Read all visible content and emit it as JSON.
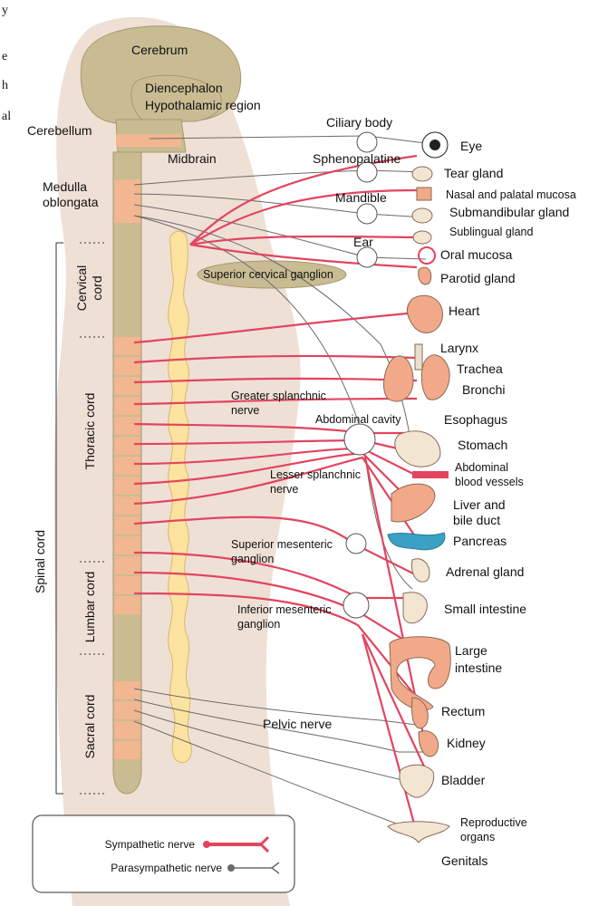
{
  "edge_text": [
    "y",
    "e",
    "h",
    "al"
  ],
  "brain": {
    "cerebrum": "Cerebrum",
    "diencephalon": "Diencephalon",
    "hypothalamic": "Hypothalamic region",
    "cerebellum": "Cerebellum",
    "midbrain": "Midbrain",
    "medulla_1": "Medulla",
    "medulla_2": "oblongata"
  },
  "spine": {
    "spinal_cord": "Spinal cord",
    "cervical_1": "Cervical",
    "cervical_2": "cord",
    "thoracic": "Thoracic cord",
    "lumbar": "Lumbar cord",
    "sacral": "Sacral cord"
  },
  "ganglia": {
    "ciliary": "Ciliary body",
    "sphenopalatine": "Sphenopalatine",
    "mandible": "Mandible",
    "ear": "Ear",
    "superior_cervical": "Superior cervical ganglion",
    "greater_splanchnic_1": "Greater splanchnic",
    "greater_splanchnic_2": "nerve",
    "abdominal_cavity": "Abdominal cavity",
    "lesser_splanchnic_1": "Lesser splanchnic",
    "lesser_splanchnic_2": "nerve",
    "superior_mesenteric_1": "Superior mesenteric",
    "superior_mesenteric_2": "ganglion",
    "inferior_mesenteric_1": "Inferior mesenteric",
    "inferior_mesenteric_2": "ganglion",
    "pelvic_nerve": "Pelvic nerve"
  },
  "organs": {
    "eye": "Eye",
    "tear_gland": "Tear gland",
    "nasal_mucosa": "Nasal and palatal mucosa",
    "submandibular": "Submandibular gland",
    "sublingual": "Sublingual gland",
    "oral_mucosa": "Oral mucosa",
    "parotid": "Parotid gland",
    "heart": "Heart",
    "larynx": "Larynx",
    "trachea": "Trachea",
    "bronchi": "Bronchi",
    "esophagus": "Esophagus",
    "stomach": "Stomach",
    "abdominal_vessels_1": "Abdominal",
    "abdominal_vessels_2": "blood vessels",
    "liver_1": "Liver and",
    "liver_2": "bile duct",
    "pancreas": "Pancreas",
    "adrenal": "Adrenal gland",
    "small_intestine": "Small intestine",
    "large_intestine_1": "Large",
    "large_intestine_2": "intestine",
    "rectum": "Rectum",
    "kidney": "Kidney",
    "bladder": "Bladder",
    "reproductive_1": "Reproductive",
    "reproductive_2": "organs",
    "genitals": "Genitals"
  },
  "legend": {
    "sympathetic": "Sympathetic nerve",
    "parasympathetic": "Parasympathetic nerve"
  },
  "colors": {
    "sympathetic": "#e2455e",
    "parasympathetic": "#6b6b6b",
    "body": "#efe0d6",
    "cord": "#c9bc93",
    "cord_segment": "#f2b690",
    "chain": "#fde3a0",
    "organ": "#f2a98a",
    "pancreas": "#3aa1c4"
  }
}
